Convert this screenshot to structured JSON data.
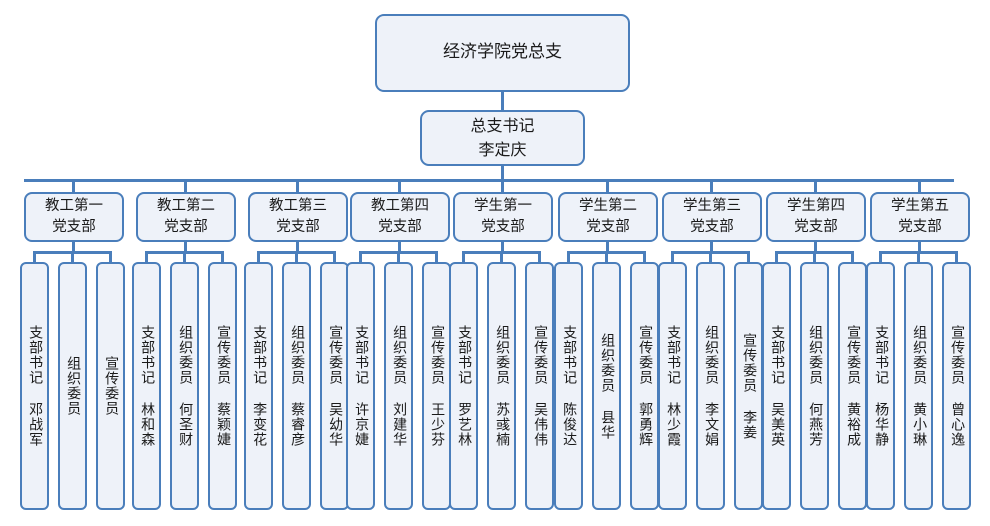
{
  "diagram": {
    "type": "org-chart",
    "title_node": "经济学院党总支",
    "colors": {
      "node_fill": "#eef2f9",
      "node_border": "#4a7ebb",
      "connector": "#4a7ebb",
      "text": "#1a1a1a",
      "background": "#ffffff"
    },
    "root": {
      "label": "经济学院党总支"
    },
    "secretary": {
      "role": "总支书记",
      "name": "李定庆"
    },
    "role_labels": {
      "branch_secretary": "支部书记",
      "organization_member": "组织委员",
      "publicity_member": "宣传委员"
    },
    "branches": [
      {
        "title_line1": "教工第一",
        "title_line2": "党支部",
        "members": [
          {
            "role": "支部书记",
            "name": "邓战军",
            "text": "支部书记 邓战军"
          },
          {
            "role": "组织委员",
            "name": "",
            "text": "组织委员"
          },
          {
            "role": "宣传委员",
            "name": "",
            "text": "宣传委员"
          }
        ]
      },
      {
        "title_line1": "教工第二",
        "title_line2": "党支部",
        "members": [
          {
            "role": "支部书记",
            "name": "林和森",
            "text": "支部书记 林和森"
          },
          {
            "role": "组织委员",
            "name": "何圣财",
            "text": "组织委员 何圣财"
          },
          {
            "role": "宣传委员",
            "name": "蔡颖婕",
            "text": "宣传委员 蔡颖婕"
          }
        ]
      },
      {
        "title_line1": "教工第三",
        "title_line2": "党支部",
        "members": [
          {
            "role": "支部书记",
            "name": "李变花",
            "text": "支部书记 李变花"
          },
          {
            "role": "组织委员",
            "name": "蔡睿彦",
            "text": "组织委员 蔡睿彦"
          },
          {
            "role": "宣传委员",
            "name": "吴幼华",
            "text": "宣传委员 吴幼华"
          }
        ]
      },
      {
        "title_line1": "教工第四",
        "title_line2": "党支部",
        "members": [
          {
            "role": "支部书记",
            "name": "许京婕",
            "text": "支部书记 许京婕"
          },
          {
            "role": "组织委员",
            "name": "刘建华",
            "text": "组织委员 刘建华"
          },
          {
            "role": "宣传委员",
            "name": "王少芬",
            "text": "宣传委员 王少芬"
          }
        ]
      },
      {
        "title_line1": "学生第一",
        "title_line2": "党支部",
        "members": [
          {
            "role": "支部书记",
            "name": "罗艺林",
            "text": "支部书记 罗艺林"
          },
          {
            "role": "组织委员",
            "name": "苏彧楠",
            "text": "组织委员 苏彧楠"
          },
          {
            "role": "宣传委员",
            "name": "吴伟伟",
            "text": "宣传委员 吴伟伟"
          }
        ]
      },
      {
        "title_line1": "学生第二",
        "title_line2": "党支部",
        "members": [
          {
            "role": "支部书记",
            "name": "陈俊达",
            "text": "支部书记 陈俊达"
          },
          {
            "role": "组织委员",
            "name": "县华",
            "text": "组织委员 县华"
          },
          {
            "role": "宣传委员",
            "name": "郭勇辉",
            "text": "宣传委员 郭勇辉"
          }
        ]
      },
      {
        "title_line1": "学生第三",
        "title_line2": "党支部",
        "members": [
          {
            "role": "支部书记",
            "name": "林少霞",
            "text": "支部书记 林少霞"
          },
          {
            "role": "组织委员",
            "name": "李文娟",
            "text": "组织委员 李文娟"
          },
          {
            "role": "宣传委员",
            "name": "李姜",
            "text": "宣传委员 李姜"
          }
        ]
      },
      {
        "title_line1": "学生第四",
        "title_line2": "党支部",
        "members": [
          {
            "role": "支部书记",
            "name": "吴美英",
            "text": "支部书记 吴美英"
          },
          {
            "role": "组织委员",
            "name": "何燕芳",
            "text": "组织委员 何燕芳"
          },
          {
            "role": "宣传委员",
            "name": "黄裕成",
            "text": "宣传委员 黄裕成"
          }
        ]
      },
      {
        "title_line1": "学生第五",
        "title_line2": "党支部",
        "members": [
          {
            "role": "支部书记",
            "name": "杨华静",
            "text": "支部书记 杨华静"
          },
          {
            "role": "组织委员",
            "name": "黄小琳",
            "text": "组织委员 黄小琳"
          },
          {
            "role": "宣传委员",
            "name": "曾心逸",
            "text": "宣传委员 曾心逸"
          }
        ]
      }
    ]
  }
}
